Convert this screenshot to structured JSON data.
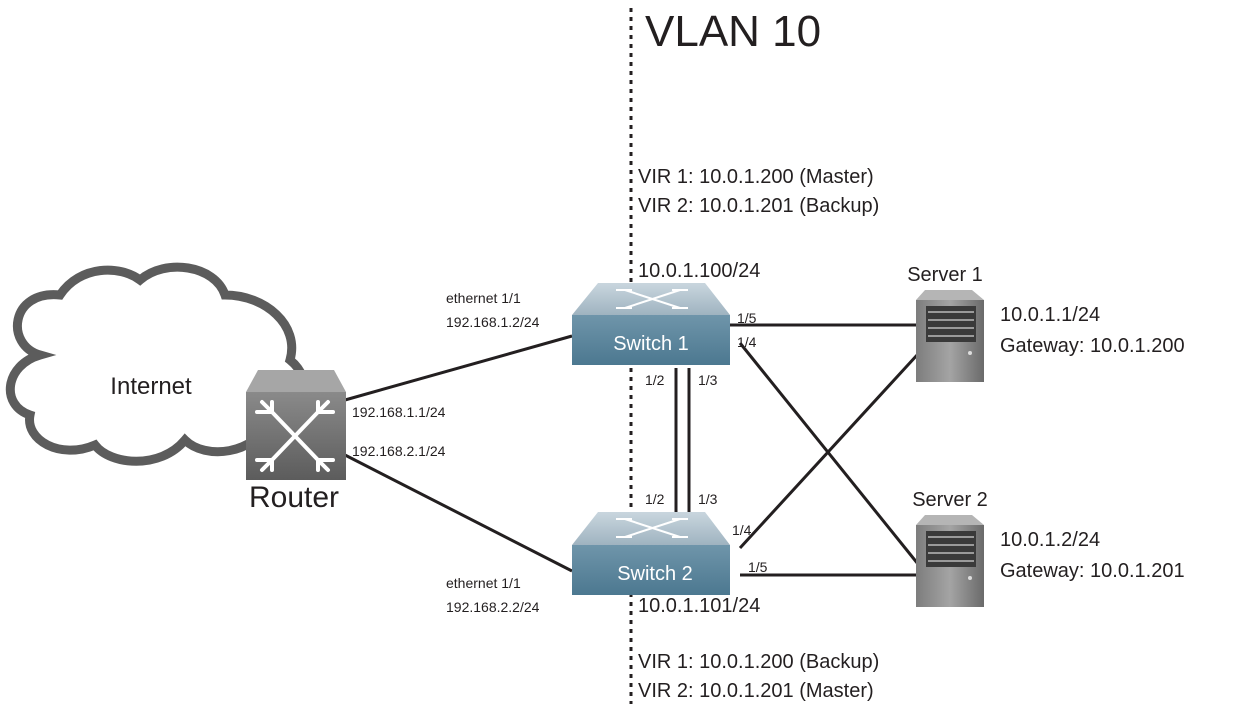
{
  "vlan": {
    "title": "VLAN 10"
  },
  "switch1": {
    "label": "Switch 1",
    "address": "10.0.1.100/24",
    "vir1": "VIR 1: 10.0.1.200 (Master)",
    "vir2": "VIR 2: 10.0.1.201 (Backup)",
    "uplink_if": "ethernet 1/1",
    "uplink_ip": "192.168.1.2/24",
    "ports": {
      "p12": "1/2",
      "p13": "1/3",
      "p14": "1/4",
      "p15": "1/5"
    }
  },
  "switch2": {
    "label": "Switch 2",
    "address": "10.0.1.101/24",
    "vir1": "VIR 1: 10.0.1.200 (Backup)",
    "vir2": "VIR 2: 10.0.1.201 (Master)",
    "uplink_if": "ethernet 1/1",
    "uplink_ip": "192.168.2.2/24",
    "ports": {
      "p12": "1/2",
      "p13": "1/3",
      "p14": "1/4",
      "p15": "1/5"
    }
  },
  "router": {
    "label": "Router",
    "ip1": "192.168.1.1/24",
    "ip2": "192.168.2.1/24"
  },
  "internet": {
    "label": "Internet"
  },
  "server1": {
    "label": "Server 1",
    "ip": "10.0.1.1/24",
    "gateway": "Gateway: 10.0.1.200"
  },
  "server2": {
    "label": "Server 2",
    "ip": "10.0.1.2/24",
    "gateway": "Gateway: 10.0.1.201"
  }
}
